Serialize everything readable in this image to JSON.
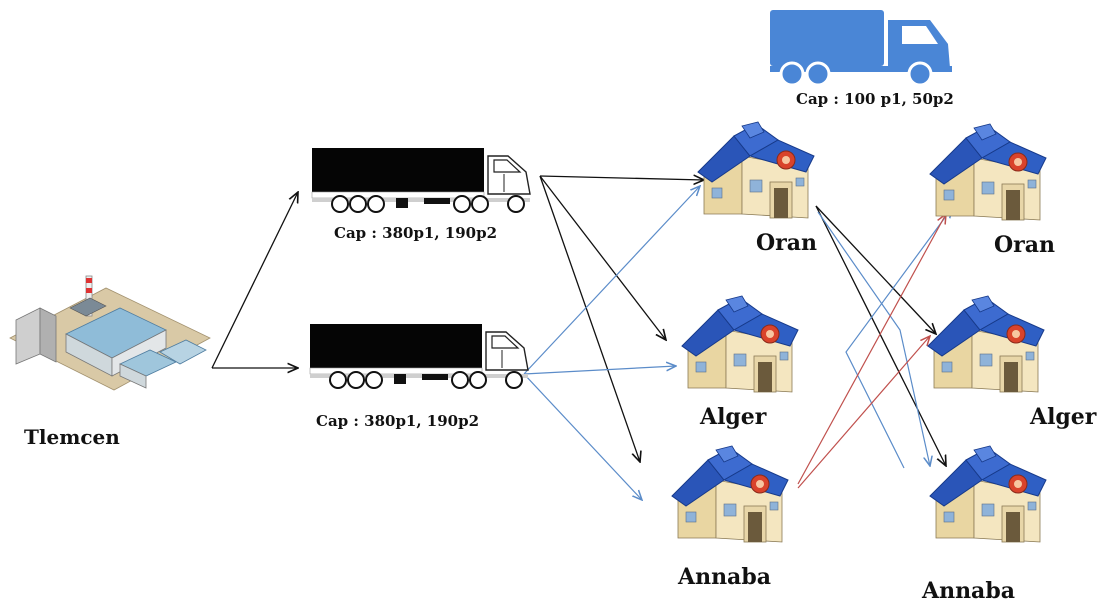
{
  "source": {
    "label": "Tlemcen"
  },
  "trucks": [
    {
      "capacity": "Cap : 380p1, 190p2"
    },
    {
      "capacity": "Cap : 380p1, 190p2"
    }
  ],
  "small_truck": {
    "capacity": "Cap : 100 p1, 50p2"
  },
  "depots_middle": [
    {
      "label": "Oran"
    },
    {
      "label": "Alger"
    },
    {
      "label": "Annaba"
    }
  ],
  "depots_right": [
    {
      "label": "Oran"
    },
    {
      "label": "Alger"
    },
    {
      "label": "Annaba"
    }
  ],
  "colors": {
    "black_edges": "#111111",
    "blue_edges": "#5b8cc9",
    "red_edges": "#c0504d",
    "roof": "#2a55b8",
    "wall": "#f1e2b8",
    "small_truck": "#4a86d6"
  }
}
